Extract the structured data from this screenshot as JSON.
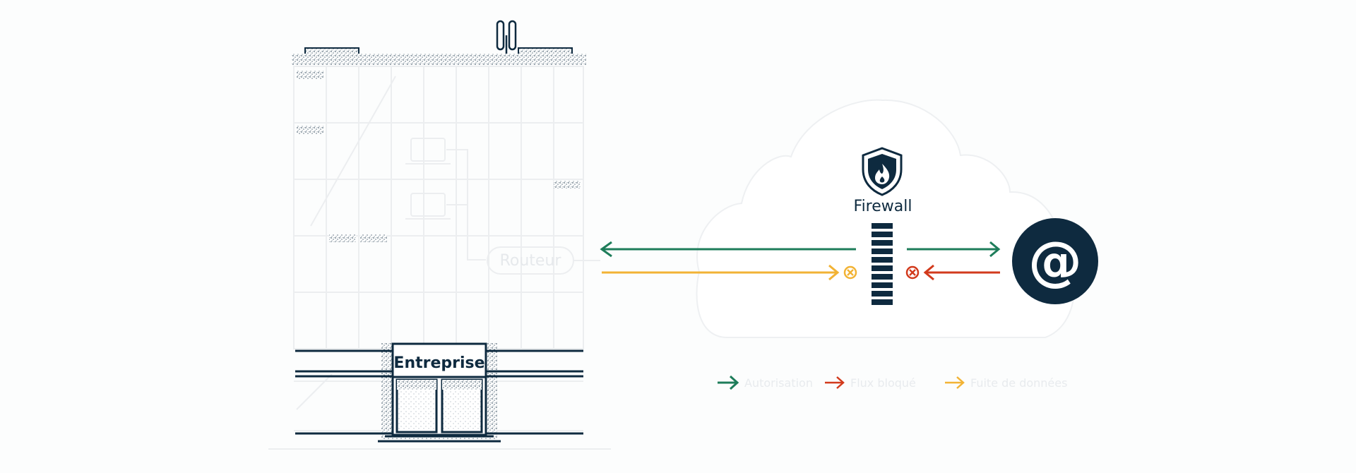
{
  "building": {
    "sign": "Entreprise",
    "router_label": "Routeur"
  },
  "cloud": {
    "firewall_label": "Firewall",
    "internet_symbol": "@"
  },
  "legend": [
    {
      "label": "Autorisation",
      "color": "#1e7d5a",
      "icon": "arrow-right-icon"
    },
    {
      "label": "Flux bloqué",
      "color": "#d23a1c",
      "icon": "arrow-right-icon"
    },
    {
      "label": "Fuite de données",
      "color": "#f2b335",
      "icon": "arrow-right-icon"
    }
  ],
  "colors": {
    "navy": "#0e2a3f",
    "green": "#1e7d5a",
    "red": "#d23a1c",
    "yellow": "#f2b335",
    "faint": "#eceef0"
  }
}
